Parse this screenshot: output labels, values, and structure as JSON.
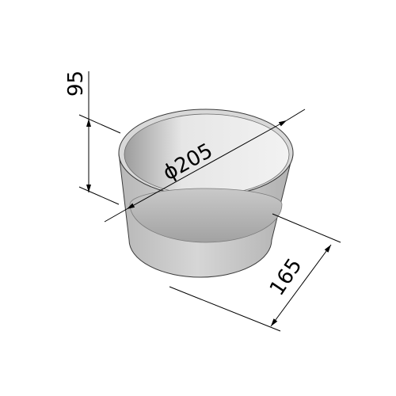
{
  "drawing": {
    "type": "baking-pan-round-isometric",
    "dimensions": {
      "height": {
        "label": "95",
        "value": 95
      },
      "diameter": {
        "label": "ϕ205",
        "value": 205
      },
      "bottom": {
        "label": "165",
        "value": 165
      }
    },
    "colors": {
      "outer_wall": "#c4c4c4",
      "inner_wall": "#e2e2e2",
      "inner_bottom": "#a9a9a9",
      "outline": "#3a3a3a",
      "dimension": "#000000"
    }
  }
}
